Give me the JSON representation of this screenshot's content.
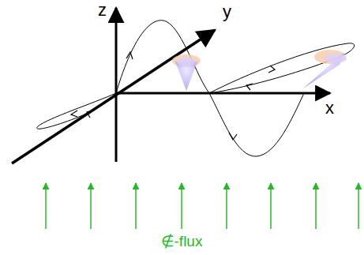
{
  "diagram": {
    "labels": [
      "z",
      "y",
      "x",
      "∉-flux"
    ]
  }
}
